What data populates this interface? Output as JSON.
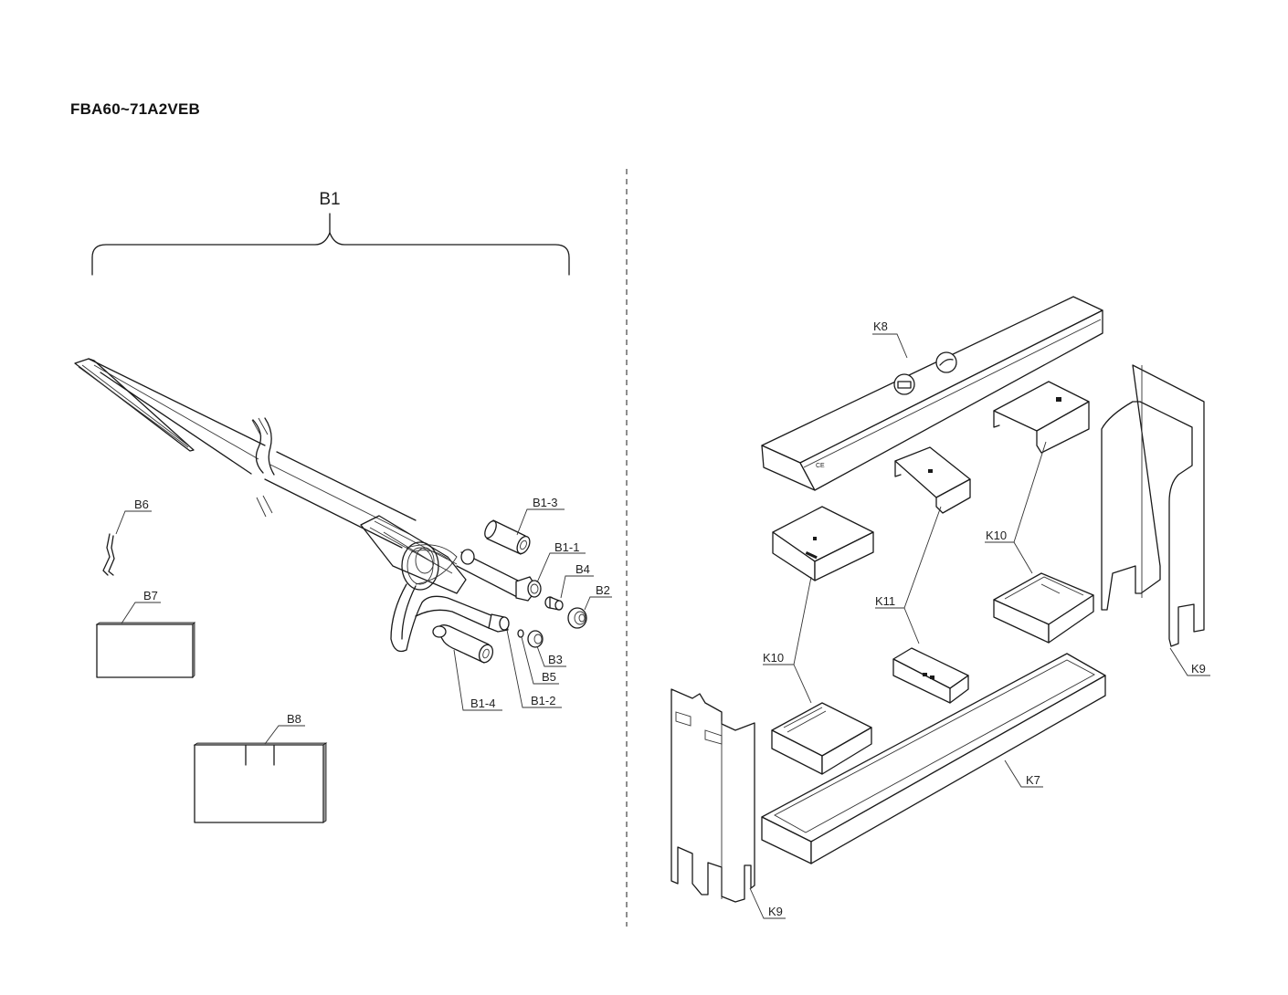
{
  "document": {
    "model_title": "FBA60~71A2VEB"
  },
  "left_panel": {
    "assembly_label": "B1",
    "callouts": [
      {
        "id": "b1-3",
        "label": "B1-3"
      },
      {
        "id": "b1-1",
        "label": "B1-1"
      },
      {
        "id": "b4",
        "label": "B4"
      },
      {
        "id": "b2",
        "label": "B2"
      },
      {
        "id": "b3",
        "label": "B3"
      },
      {
        "id": "b5",
        "label": "B5"
      },
      {
        "id": "b1-2",
        "label": "B1-2"
      },
      {
        "id": "b1-4",
        "label": "B1-4"
      },
      {
        "id": "b6",
        "label": "B6"
      },
      {
        "id": "b7",
        "label": "B7"
      },
      {
        "id": "b8",
        "label": "B8"
      }
    ]
  },
  "right_panel": {
    "callouts": [
      {
        "id": "k8",
        "label": "K8"
      },
      {
        "id": "k10-right",
        "label": "K10"
      },
      {
        "id": "k10-left",
        "label": "K10"
      },
      {
        "id": "k11",
        "label": "K11"
      },
      {
        "id": "k9-right",
        "label": "K9"
      },
      {
        "id": "k9-left",
        "label": "K9"
      },
      {
        "id": "k7",
        "label": "K7"
      }
    ]
  }
}
